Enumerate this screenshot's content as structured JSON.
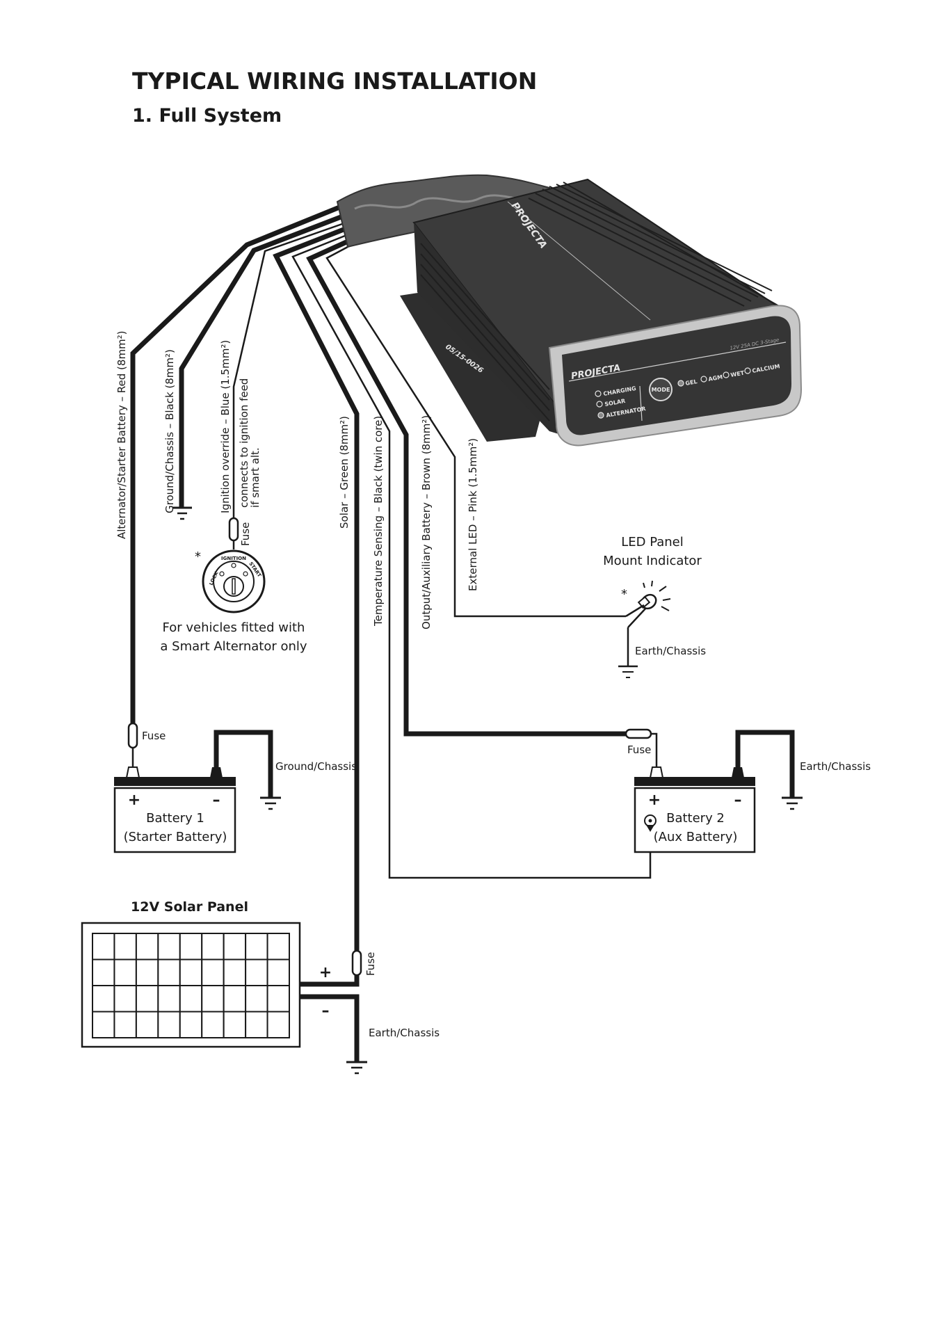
{
  "header": {
    "title": "TYPICAL WIRING INSTALLATION",
    "subtitle": "1. Full System"
  },
  "device": {
    "brand": "PROJECTA",
    "model": "12V 25A DC 3-Stage",
    "serial": "05/15-0026",
    "mode_button": "MODE",
    "status_leds": [
      "CHARGING",
      "SOLAR",
      "ALTERNATOR"
    ],
    "battery_types": [
      "GEL",
      "AGM",
      "WET",
      "CALCIUM"
    ],
    "active_battery_type": "GEL",
    "active_status": "ALTERNATOR"
  },
  "wires": [
    {
      "label": "Alternator/Starter Battery – Red (8mm²)",
      "gauge": "thick"
    },
    {
      "label": "Ground/Chassis – Black (8mm²)",
      "gauge": "thick"
    },
    {
      "label": "Ignition override – Blue (1.5mm²)",
      "note_line1": "connects to ignition feed",
      "note_line2": "if smart alt.",
      "gauge": "thin"
    },
    {
      "label": "Solar – Green (8mm²)",
      "gauge": "thick"
    },
    {
      "label": "Temperature Sensing – Black (twin core)",
      "gauge": "thin"
    },
    {
      "label": "Output/Auxiliary Battery – Brown (8mm²)",
      "gauge": "thick"
    },
    {
      "label": "External LED – Pink (1.5mm²)",
      "gauge": "thin"
    }
  ],
  "ignition": {
    "asterisk": "*",
    "fuse_label": "Fuse",
    "positions": [
      "LOCK",
      "IGNITION",
      "START"
    ],
    "caption_line1": "For vehicles fitted with",
    "caption_line2": "a Smart Alternator only"
  },
  "led_indicator": {
    "title_line1": "LED Panel",
    "title_line2": "Mount Indicator",
    "asterisk": "*",
    "ground_label": "Earth/Chassis"
  },
  "battery1": {
    "name_line1": "Battery 1",
    "name_line2": "(Starter Battery)",
    "plus": "+",
    "minus": "–",
    "fuse_label": "Fuse",
    "ground_label": "Ground/Chassis"
  },
  "battery2": {
    "name_line1": "Battery 2",
    "name_line2": "(Aux Battery)",
    "plus": "+",
    "minus": "–",
    "fuse_label": "Fuse",
    "ground_label": "Earth/Chassis"
  },
  "solar_panel": {
    "title": "12V Solar Panel",
    "grid_columns": 9,
    "grid_rows": 4,
    "plus": "+",
    "minus": "–",
    "fuse_label": "Fuse",
    "ground_label": "Earth/Chassis"
  }
}
